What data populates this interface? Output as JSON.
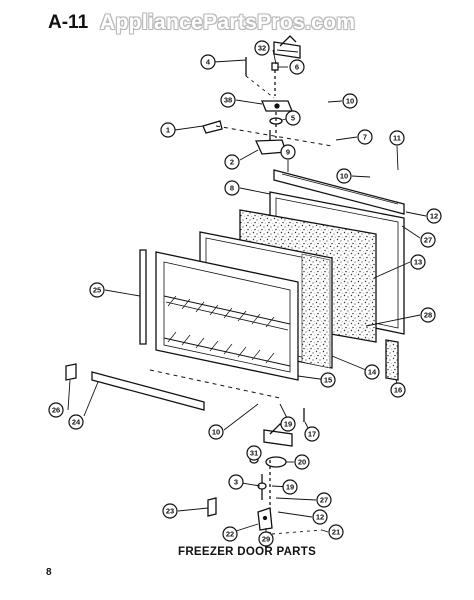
{
  "figure_label": "A-11",
  "watermark": "AppliancePartsPros.com",
  "caption": "FREEZER DOOR PARTS",
  "page_number": "8",
  "callouts": [
    "32",
    "4",
    "6",
    "38",
    "10",
    "5",
    "1",
    "7",
    "11",
    "2",
    "9",
    "8",
    "10",
    "12",
    "27",
    "13",
    "25",
    "28",
    "16",
    "14",
    "15",
    "26",
    "24",
    "10",
    "19",
    "17",
    "31",
    "20",
    "3",
    "19",
    "27",
    "23",
    "12",
    "22",
    "29",
    "21"
  ]
}
